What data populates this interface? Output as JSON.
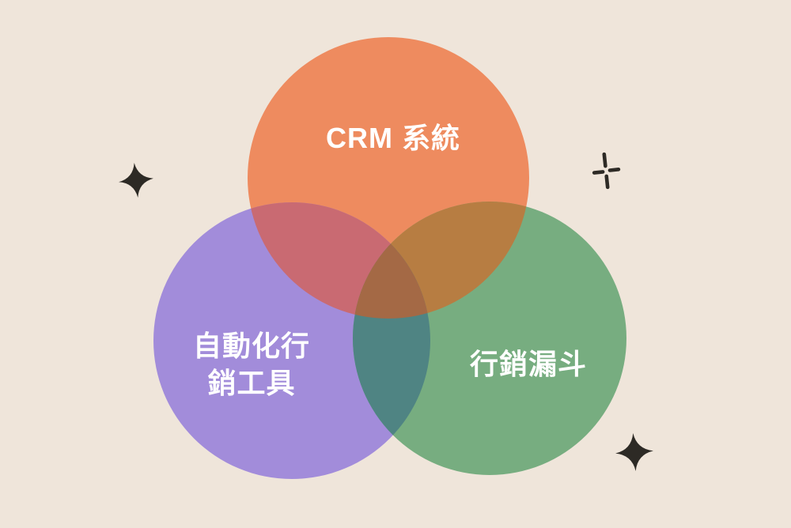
{
  "background": {
    "color": "#EFE5DA"
  },
  "diagram": {
    "type": "venn-3-circle",
    "text_color": "#FFFFFF",
    "circles": [
      {
        "id": "crm-system",
        "label": "CRM 系統",
        "color": "#EE8B5F"
      },
      {
        "id": "marketing-automation-tools",
        "label": "自動化行銷工具",
        "label_lines": [
          "自動化行",
          "銷工具"
        ],
        "color": "#A28CDA"
      },
      {
        "id": "marketing-funnel",
        "label": "行銷漏斗",
        "color": "#77AD80"
      }
    ],
    "overlaps": {
      "crm_automation": {
        "between": [
          "CRM 系統",
          "自動化行銷工具"
        ],
        "color": "#C96A72"
      },
      "crm_funnel": {
        "between": [
          "CRM 系統",
          "行銷漏斗"
        ],
        "color": "#B77D42"
      },
      "automation_funnel": {
        "between": [
          "自動化行銷工具",
          "行銷漏斗"
        ],
        "color": "#4F8483"
      },
      "all_three": {
        "between": [
          "CRM 系統",
          "自動化行銷工具",
          "行銷漏斗"
        ],
        "color": "#A46945"
      }
    }
  },
  "decorations": {
    "sparkle_left": {
      "shape": "four-point-star",
      "color": "#2D2A25"
    },
    "crosshair_top_right": {
      "shape": "plus-sparkle",
      "color": "#2D2A25"
    },
    "sparkle_bottom_right": {
      "shape": "four-point-star",
      "color": "#2D2A25"
    }
  }
}
